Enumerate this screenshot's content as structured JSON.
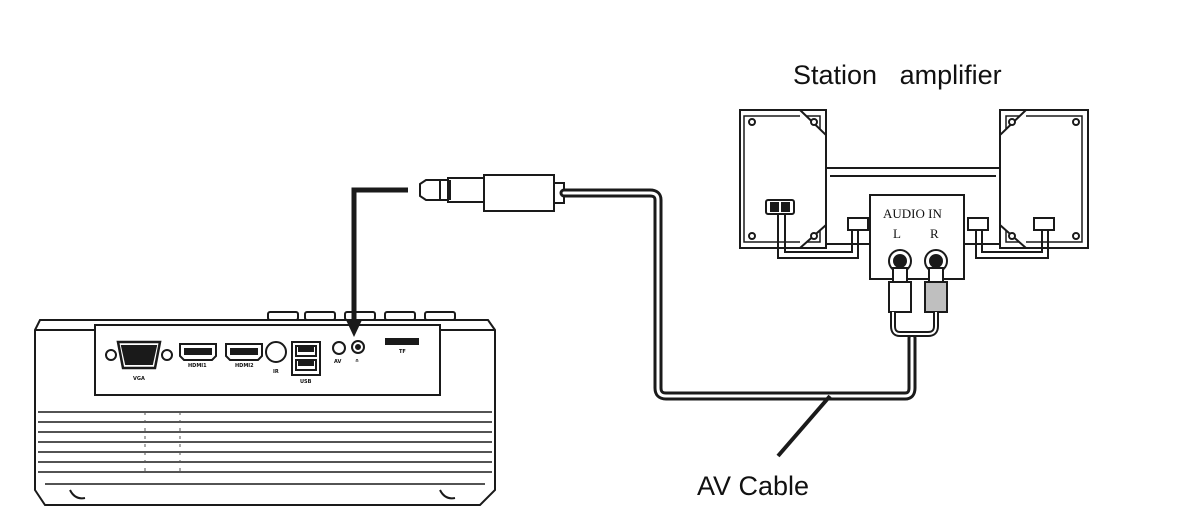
{
  "labels": {
    "amplifier_title": "Station   amplifier",
    "cable_label": "AV Cable",
    "audio_in": "AUDIO IN",
    "left_channel": "L",
    "right_channel": "R"
  },
  "projector_ports": {
    "vga": "VGA",
    "hdmi1": "HDMI1",
    "hdmi2": "HDMI2",
    "ir": "IR",
    "usb": "USB",
    "av": "AV",
    "headphone": "∩",
    "tf": "TF"
  },
  "colors": {
    "line": "#1a1a1a",
    "background": "#ffffff"
  },
  "icons": {
    "plug": "3.5mm-jack-plug-icon",
    "rca": "rca-plug-icon"
  }
}
